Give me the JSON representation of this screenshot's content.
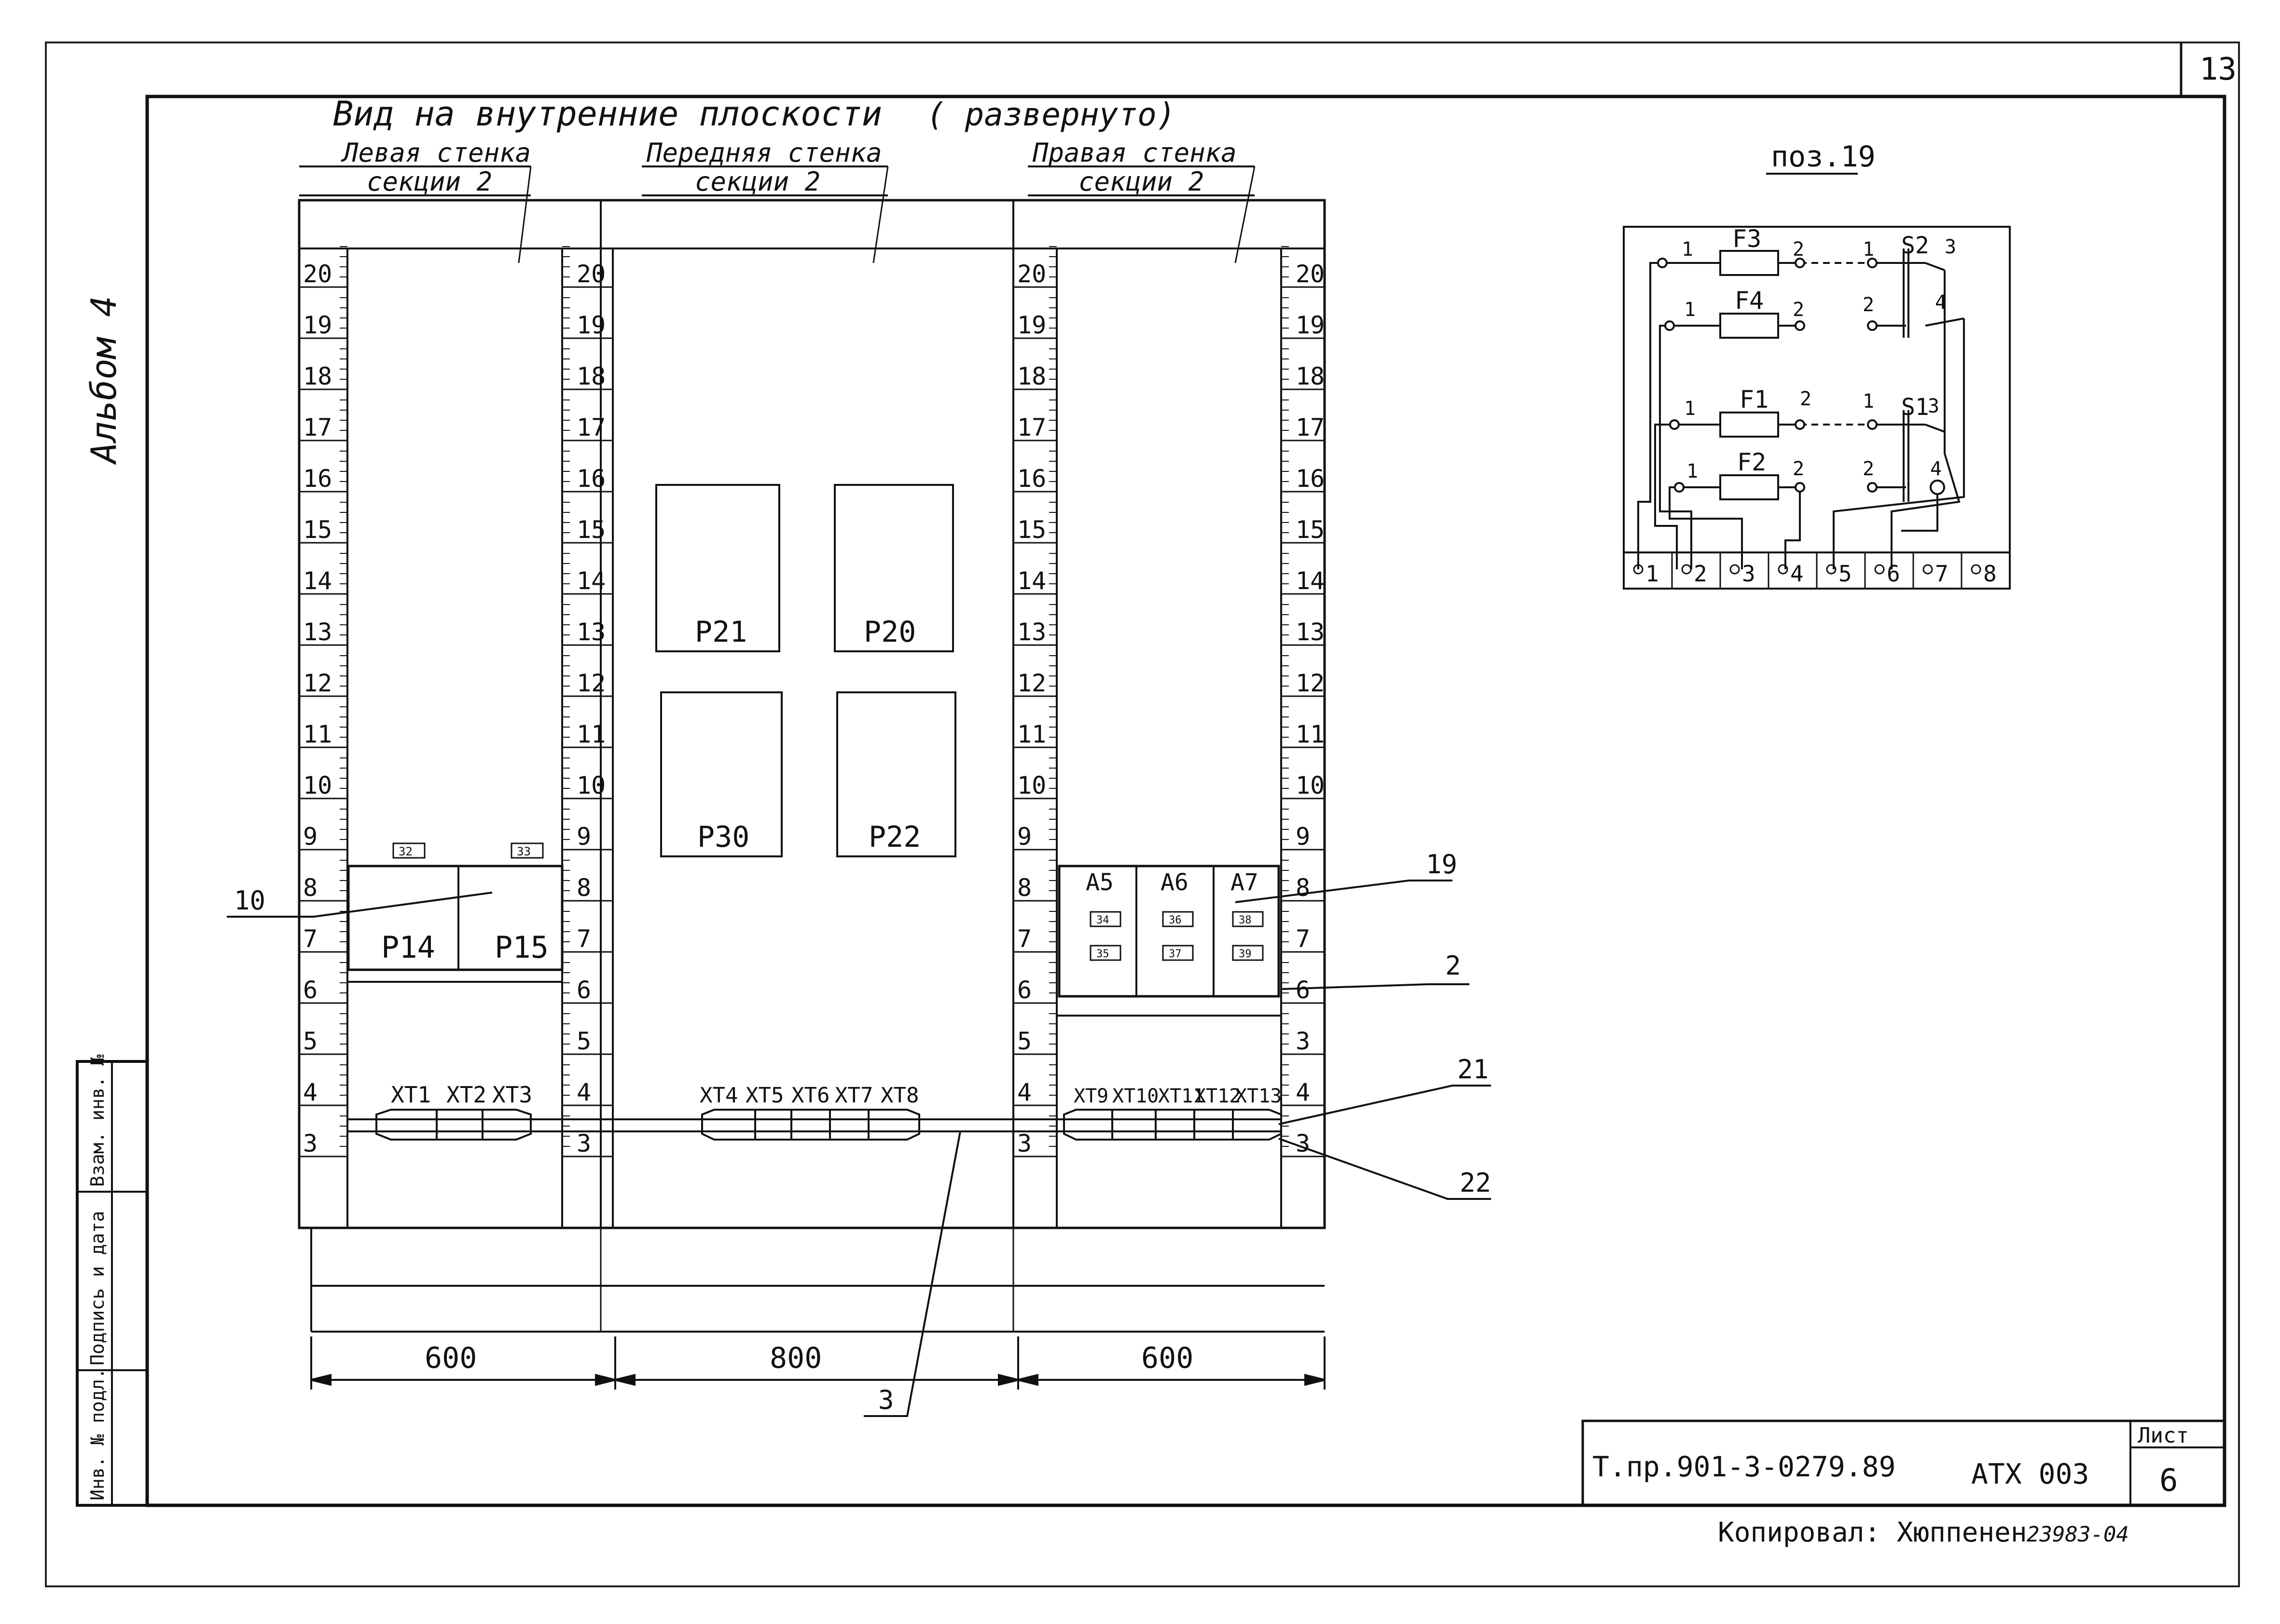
{
  "corner_mark": "13",
  "album_label": "Альбом 4",
  "main_title": "Вид на внутренние плоскости",
  "main_title_note": "( развернуто)",
  "panels": {
    "left": {
      "title_line1": "Левая стенка",
      "title_line2": "секции 2",
      "width_dim": "600"
    },
    "front": {
      "title_line1": "Передняя стенка",
      "title_line2": "секции 2",
      "width_dim": "800"
    },
    "right": {
      "title_line1": "Правая стенка",
      "title_line2": "секции 2",
      "width_dim": "600"
    }
  },
  "ruler_numbers": [
    "20",
    "19",
    "18",
    "17",
    "16",
    "15",
    "14",
    "13",
    "12",
    "11",
    "10",
    "9",
    "8",
    "7",
    "6",
    "5",
    "4",
    "3"
  ],
  "right_outer_ruler_numbers": [
    "20",
    "19",
    "18",
    "17",
    "16",
    "15",
    "14",
    "13",
    "12",
    "11",
    "10",
    "9",
    "8",
    "7",
    "6",
    "3",
    "4",
    "3"
  ],
  "left_panel": {
    "tags": [
      "32",
      "33"
    ],
    "relays": [
      "P14",
      "P15"
    ],
    "terminals": [
      "XT1",
      "XT2",
      "XT3"
    ]
  },
  "front_panel": {
    "relays": [
      "P21",
      "P20",
      "P30",
      "P22"
    ],
    "terminals": [
      "XT4",
      "XT5",
      "XT6",
      "XT7",
      "XT8"
    ]
  },
  "right_panel": {
    "modules": [
      {
        "name": "A5",
        "tags": [
          "34",
          "35"
        ]
      },
      {
        "name": "A6",
        "tags": [
          "36",
          "37"
        ]
      },
      {
        "name": "A7",
        "tags": [
          "38",
          "39"
        ]
      }
    ],
    "terminals": [
      "XT9",
      "XT10",
      "XT11",
      "XT12",
      "XT13"
    ]
  },
  "callouts": [
    "10",
    "19",
    "2",
    "21",
    "22",
    "3"
  ],
  "pos19": {
    "title": "поз.19",
    "fuses": [
      "F3",
      "F4",
      "F1",
      "F2"
    ],
    "switches": [
      "S2",
      "S1"
    ],
    "pin_labels": [
      "1",
      "2"
    ],
    "switch_pins": [
      "1",
      "3",
      "2",
      "4"
    ],
    "terminal_numbers": [
      "1",
      "2",
      "3",
      "4",
      "5",
      "6",
      "7",
      "8"
    ]
  },
  "stamp": {
    "doc_number": "Т.пр.901-3-0279.89",
    "doc_code": "АТХ 003",
    "sheet_label": "Лист",
    "sheet_number": "6"
  },
  "copied_by": "Копировал: Хюппенен",
  "archive_number": "23983-04",
  "side_stamp": {
    "col1": "Инв. № подл.",
    "col2": "Подпись и дата",
    "col3": "Взам. инв. №"
  }
}
